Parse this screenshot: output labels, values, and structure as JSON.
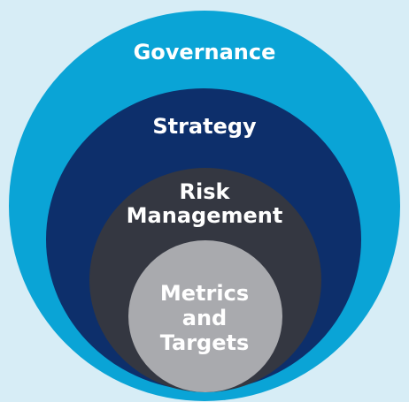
{
  "colors": {
    "background": "#d7edf6",
    "governance": "#0aa4d6",
    "strategy": "#0d2f6b",
    "risk_management": "#343741",
    "metrics_targets": "#a9aaae",
    "text": "#ffffff"
  },
  "layers": {
    "governance": {
      "label": "Governance"
    },
    "strategy": {
      "label": "Strategy"
    },
    "risk_management": {
      "lines": [
        "Risk",
        "Management"
      ]
    },
    "metrics_targets": {
      "lines": [
        "Metrics",
        "and",
        "Targets"
      ]
    }
  }
}
